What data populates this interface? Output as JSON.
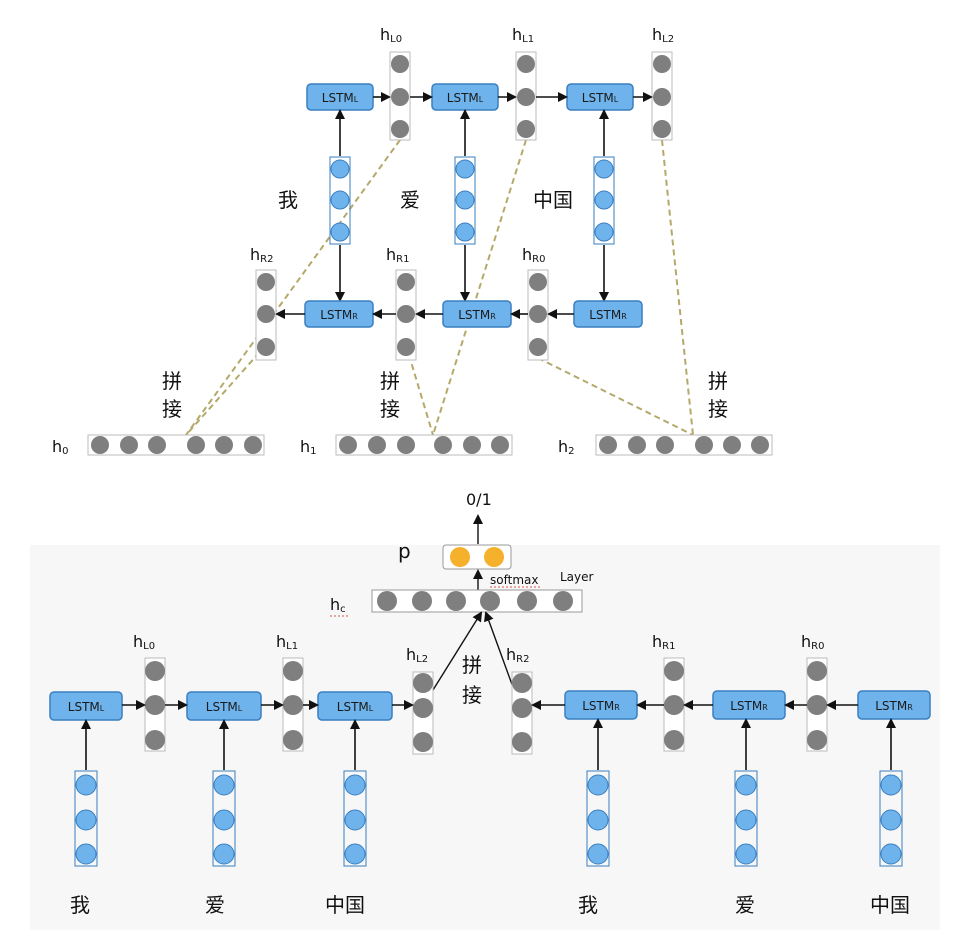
{
  "colors": {
    "lstm_fill": "#6FB3EC",
    "lstm_stroke": "#3A7FC0",
    "hidden_node": "#7F7F7F",
    "input_node": "#6FB3EC",
    "input_stroke": "#3A7FC0",
    "output_node": "#F5B12B",
    "dashed_line": "#B5A96A",
    "arrow": "#111111"
  },
  "top": {
    "words": [
      "我",
      "爱",
      "中国"
    ],
    "forward": {
      "cell_text": "LSTM",
      "cell_sub": "L",
      "states": [
        {
          "main": "h",
          "sub": "L0"
        },
        {
          "main": "h",
          "sub": "L1"
        },
        {
          "main": "h",
          "sub": "L2"
        }
      ]
    },
    "backward": {
      "cell_text": "LSTM",
      "cell_sub": "R",
      "states": [
        {
          "main": "h",
          "sub": "R2"
        },
        {
          "main": "h",
          "sub": "R1"
        },
        {
          "main": "h",
          "sub": "R0"
        }
      ]
    },
    "concat_label": [
      "拼",
      "接"
    ],
    "outputs": [
      {
        "main": "h",
        "sub": "0"
      },
      {
        "main": "h",
        "sub": "1"
      },
      {
        "main": "h",
        "sub": "2"
      }
    ]
  },
  "bottom": {
    "output_label": "0/1",
    "p_label": "p",
    "softmax_label": "softmax",
    "layer_label": "Layer",
    "hc": {
      "main": "h",
      "sub": "c"
    },
    "concat_label": [
      "拼",
      "接"
    ],
    "forward_words": [
      "我",
      "爱",
      "中国"
    ],
    "backward_words": [
      "我",
      "爱",
      "中国"
    ],
    "forward_states": [
      {
        "main": "h",
        "sub": "L0"
      },
      {
        "main": "h",
        "sub": "L1"
      },
      {
        "main": "h",
        "sub": "L2"
      }
    ],
    "backward_states": [
      {
        "main": "h",
        "sub": "R2"
      },
      {
        "main": "h",
        "sub": "R1"
      },
      {
        "main": "h",
        "sub": "R0"
      }
    ],
    "cell_forward": {
      "text": "LSTM",
      "sub": "L"
    },
    "cell_backward": {
      "text": "LSTM",
      "sub": "R"
    }
  }
}
